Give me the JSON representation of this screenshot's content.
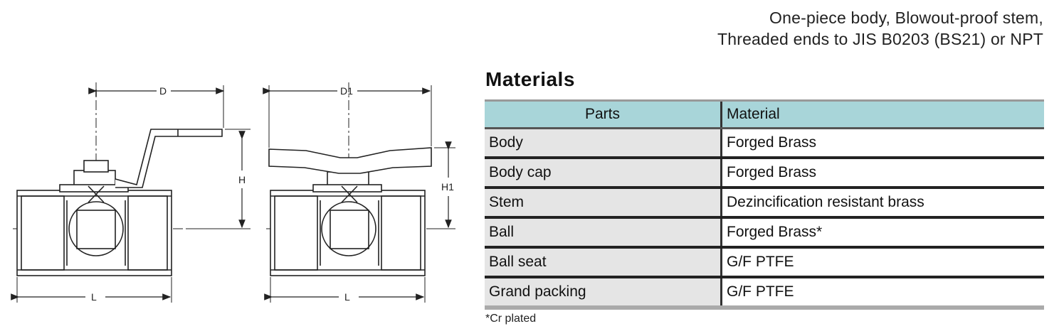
{
  "description": {
    "line1": "One-piece body, Blowout-proof stem,",
    "line2": "Threaded ends to JIS B0203 (BS21) or NPT"
  },
  "drawing": {
    "lever_dims": {
      "d": "D",
      "h": "H",
      "l": "L"
    },
    "tee_dims": {
      "d1": "D1",
      "h1": "H1",
      "l": "L"
    }
  },
  "materials": {
    "title": "Materials",
    "header": {
      "parts": "Parts",
      "material": "Material"
    },
    "rows": [
      {
        "part": "Body",
        "material": "Forged Brass"
      },
      {
        "part": "Body cap",
        "material": "Forged Brass"
      },
      {
        "part": "Stem",
        "material": "Dezincification resistant brass"
      },
      {
        "part": "Ball",
        "material": "Forged Brass*"
      },
      {
        "part": "Ball seat",
        "material": "G/F PTFE"
      },
      {
        "part": "Grand packing",
        "material": "G/F PTFE"
      }
    ],
    "footnote": "*Cr plated"
  },
  "colors": {
    "header_bg": "#a8d5d9",
    "parts_bg": "#e5e5e5"
  }
}
